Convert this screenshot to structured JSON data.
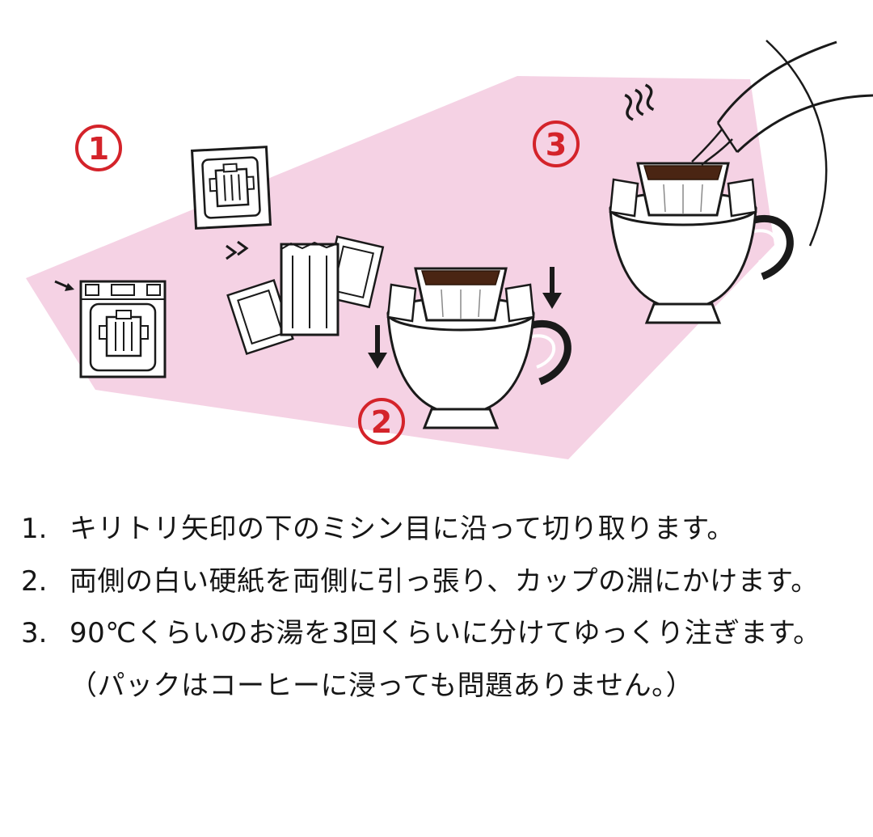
{
  "figure": {
    "steps": [
      {
        "badge": "1"
      },
      {
        "badge": "2"
      },
      {
        "badge": "3"
      }
    ]
  },
  "instructions": {
    "items": [
      {
        "marker": "1.",
        "text": "キリトリ矢印の下のミシン目に沿って切り取ります。"
      },
      {
        "marker": "2.",
        "text": "両側の白い硬紙を両側に引っ張り、カップの淵にかけます。"
      },
      {
        "marker": "3.",
        "text": "90℃くらいのお湯を3回くらいに分けてゆっくり注ぎます。"
      },
      {
        "marker": "",
        "text": "（パックはコーヒーに浸っても問題ありません。）"
      }
    ]
  },
  "colors": {
    "pink_band": "#f5d2e4",
    "step_red": "#d4232a",
    "line_ink": "#1a1a1a",
    "coffee_brown": "#4a2513"
  }
}
